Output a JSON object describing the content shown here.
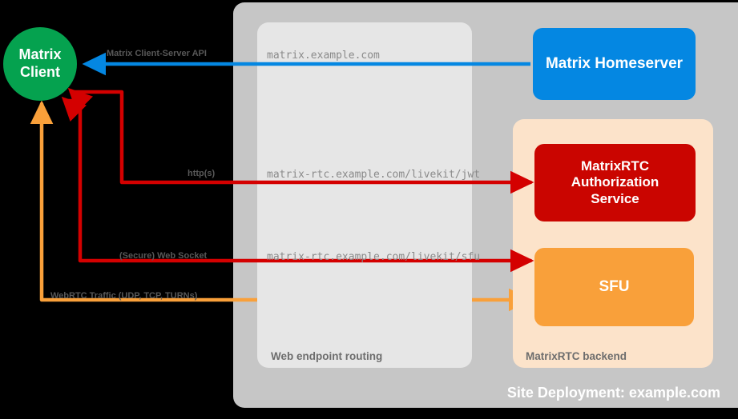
{
  "diagram": {
    "title": "Site Deployment: example.com",
    "client": {
      "label": "Matrix\nClient",
      "line1": "Matrix",
      "line2": "Client",
      "color": "#05a24f"
    },
    "groups": [
      {
        "name": "web-endpoint-routing",
        "label": "Web endpoint routing",
        "color": "#e6e6e6"
      },
      {
        "name": "matrixrtc-backend",
        "label": "MatrixRTC backend",
        "color": "#fce3ca"
      },
      {
        "name": "site-deployment",
        "label": "Site Deployment: example.com",
        "color": "#c6c6c6"
      }
    ],
    "nodes": [
      {
        "id": "homeserver",
        "label": "Matrix Homeserver",
        "color": "#0487e2"
      },
      {
        "id": "auth-service",
        "line1": "MatrixRTC",
        "line2": "Authorization",
        "line3": "Service",
        "label": "MatrixRTC Authorization Service",
        "color": "#ca0500"
      },
      {
        "id": "sfu",
        "label": "SFU",
        "color": "#f9a03a"
      }
    ],
    "flows": [
      {
        "id": "client-server-api",
        "label": "Matrix Client-Server API",
        "endpoint": "matrix.example.com",
        "color": "#0487e2",
        "direction": "to-client"
      },
      {
        "id": "http-jwt",
        "label": "http(s)",
        "endpoint": "matrix-rtc.example.com/livekit/jwt",
        "color": "#d40000",
        "direction": "bidirectional"
      },
      {
        "id": "web-socket",
        "label": "(Secure) Web Socket",
        "endpoint": "matrix-rtc.example.com/livekit/sfu",
        "color": "#d40000",
        "direction": "bidirectional"
      },
      {
        "id": "webrtc-traffic",
        "label": "WebRTC Traffic (UDP, TCP, TURNs)",
        "endpoint": "",
        "color": "#f9a03a",
        "direction": "bidirectional"
      }
    ]
  }
}
